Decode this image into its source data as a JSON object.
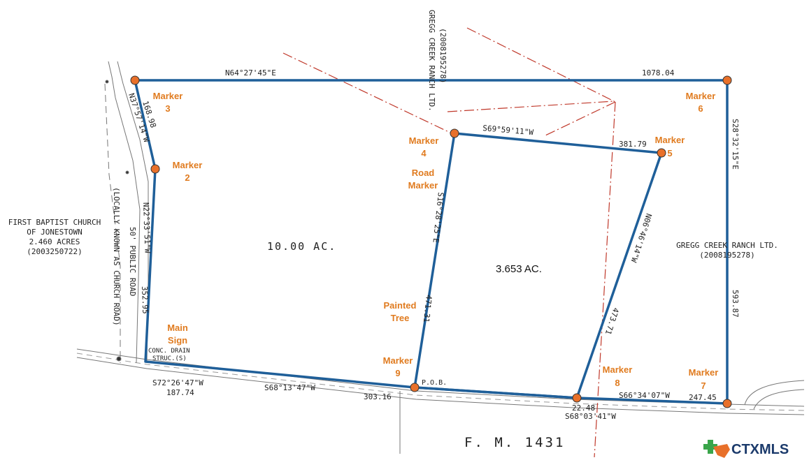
{
  "road_name": "F. M. 1431",
  "left_parcel": {
    "owner_line1": "FIRST BAPTIST CHURCH",
    "owner_line2": "OF JONESTOWN",
    "area": "2.460 ACRES",
    "doc": "(2003250722)"
  },
  "public_road": {
    "line1": "50' PUBLIC ROAD",
    "line2": "(LOCALLY KNOWN AS CHURCH ROAD)"
  },
  "right_parcel": {
    "owner": "GREGG CREEK RANCH LTD.",
    "doc": "(2008195278)"
  },
  "top_parcel": {
    "owner": "GREGG CREEK RANCH LTD.",
    "doc": "(2008195278)"
  },
  "tract_main_area": "10.00 AC.",
  "tract_inner_area": "3.653 AC.",
  "drain_label_1": "CONC. DRAIN",
  "drain_label_2": "STRUC.(S)",
  "pob": "P.O.B.",
  "bearings": {
    "north_bearing": "N64°27'45\"E",
    "north_dist": "1078.04",
    "nw_bearing": "N37°57'14\"W",
    "nw_dist": "168.98",
    "west_bearing": "N22°33'51\"W",
    "west_dist": "352.95",
    "east_bearing": "S28°32'15\"E",
    "east_dist": "593.87",
    "sw_bearing": "S72°26'47\"W",
    "sw_dist": "187.74",
    "s1_bearing": "S68°13'47\"W",
    "s1_dist": "303.16",
    "s2_bearing": "S66°34'07\"W",
    "s2_dist": "247.45",
    "s3_bearing": "S68°03'41\"W",
    "s3_dist": "22.48",
    "inner_top_bearing": "S69°59'11\"W",
    "inner_top_dist": "381.79",
    "inner_left_bearing": "S16°28'25\"E",
    "inner_left_dist": "471.31",
    "inner_right_bearing": "N06°46'14\"W",
    "inner_right_dist": "473.71"
  },
  "markers": {
    "m2": [
      "Marker",
      "2"
    ],
    "m3": [
      "Marker",
      "3"
    ],
    "m4": [
      "Marker",
      "4"
    ],
    "m5": [
      "Marker",
      "5"
    ],
    "m6": [
      "Marker",
      "6"
    ],
    "m7": [
      "Marker",
      "7"
    ],
    "m8": [
      "Marker",
      "8"
    ],
    "m9": [
      "Marker",
      "9"
    ],
    "road_marker": [
      "Road",
      "Marker"
    ],
    "painted_tree": [
      "Painted",
      "Tree"
    ],
    "main_sign": [
      "Main",
      "Sign"
    ]
  },
  "logo": {
    "text": "CTXMLS"
  },
  "colors": {
    "boundary": "#1f5f99",
    "marker_dot": "#e8702a",
    "marker_text": "#e07b1f",
    "easement": "#c0392b"
  }
}
